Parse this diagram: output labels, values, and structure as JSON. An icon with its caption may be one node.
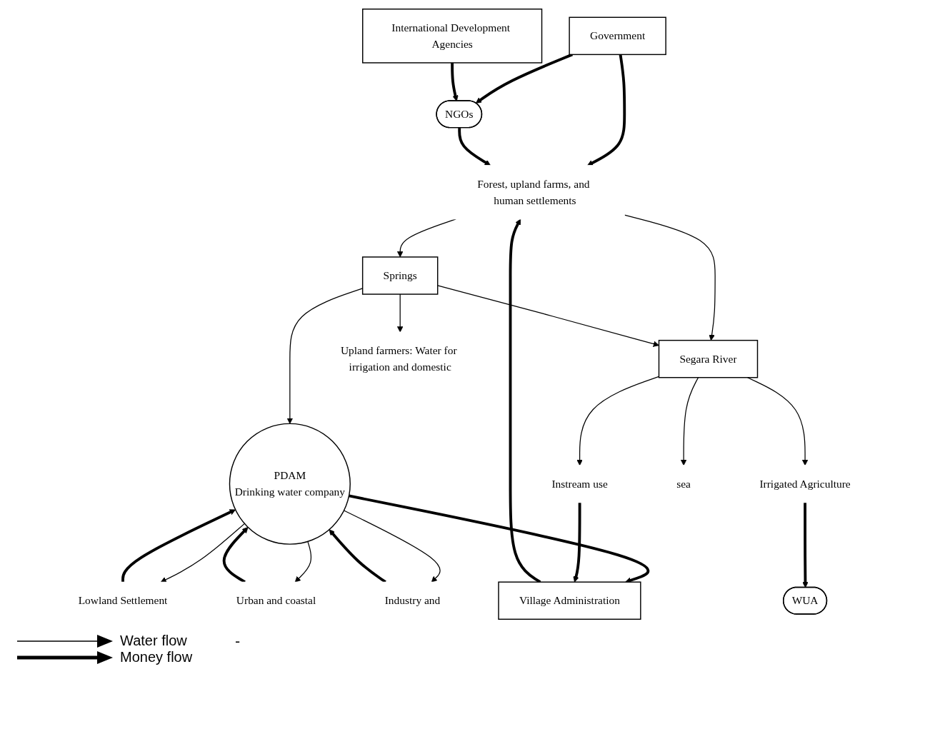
{
  "diagram": {
    "nodes": [
      {
        "text": [
          "Government"
        ]
      },
      {
        "text": [
          "International Development Agencies"
        ]
      },
      {
        "text": [
          "NGOs"
        ]
      },
      {
        "text": [
          "Forest, upland farms, and human settlements"
        ]
      },
      {
        "text": [
          "Springs"
        ]
      },
      {
        "text": [
          "Village Administration"
        ]
      },
      {
        "text": [
          "PDAM",
          "Drinking water company"
        ]
      },
      {
        "text": [
          "Segara River"
        ]
      },
      {
        "text": [
          "Upland farmers: Water for irrigation and domestic"
        ]
      },
      {
        "text": [
          "WUA"
        ]
      },
      {
        "text": [
          "Irrigated Agriculture"
        ]
      },
      {
        "text": [
          "Lowland Settlement"
        ]
      },
      {
        "text": [
          "Urban and coastal"
        ]
      },
      {
        "text": [
          "Industry and"
        ]
      },
      {
        "text": [
          "Instream use"
        ]
      },
      {
        "text": [
          "sea"
        ]
      }
    ],
    "edges": [
      {
        "from": 0,
        "to": 3,
        "arrow": "to",
        "style": "thick"
      },
      {
        "from": 0,
        "to": 2,
        "arrow": "to",
        "style": "thick"
      },
      {
        "from": 1,
        "to": 2,
        "arrow": "to",
        "style": "thick"
      },
      {
        "from": 2,
        "to": 3,
        "arrow": "to",
        "style": "thick"
      },
      {
        "from": 3,
        "to": 4,
        "arrow": "to"
      },
      {
        "from": 3,
        "to": 7,
        "arrow": "to"
      },
      {
        "from": 4,
        "to": 6,
        "arrow": "to"
      },
      {
        "from": 4,
        "to": 8,
        "arrow": "to"
      },
      {
        "from": 4,
        "to": 7,
        "arrow": "to"
      },
      {
        "from": 5,
        "to": 3,
        "arrow": "to",
        "style": "thick"
      },
      {
        "from": 6,
        "to": 5,
        "arrow": "to",
        "style": "thick"
      },
      {
        "from": 14,
        "to": 5,
        "arrow": "to",
        "style": "thick"
      },
      {
        "from": 7,
        "to": 10,
        "arrow": "to"
      },
      {
        "from": 10,
        "to": 9,
        "arrow": "to",
        "style": "thick"
      },
      {
        "from": 6,
        "to": 11,
        "arrow": "to"
      },
      {
        "from": 11,
        "to": 6,
        "arrow": "to",
        "style": "thick"
      },
      {
        "from": 6,
        "to": 12,
        "arrow": "to"
      },
      {
        "from": 12,
        "to": 6,
        "arrow": "to",
        "style": "thick"
      },
      {
        "from": 6,
        "to": 13,
        "arrow": "to"
      },
      {
        "from": 13,
        "to": 6,
        "arrow": "to",
        "style": "thick"
      },
      {
        "from": 7,
        "to": 14,
        "arrow": "to"
      },
      {
        "from": 7,
        "to": 15,
        "arrow": "to"
      }
    ],
    "labels": [
      "-"
    ],
    "legend": [
      {
        "text": "Water flow"
      },
      {
        "text": "Money flow"
      }
    ]
  }
}
